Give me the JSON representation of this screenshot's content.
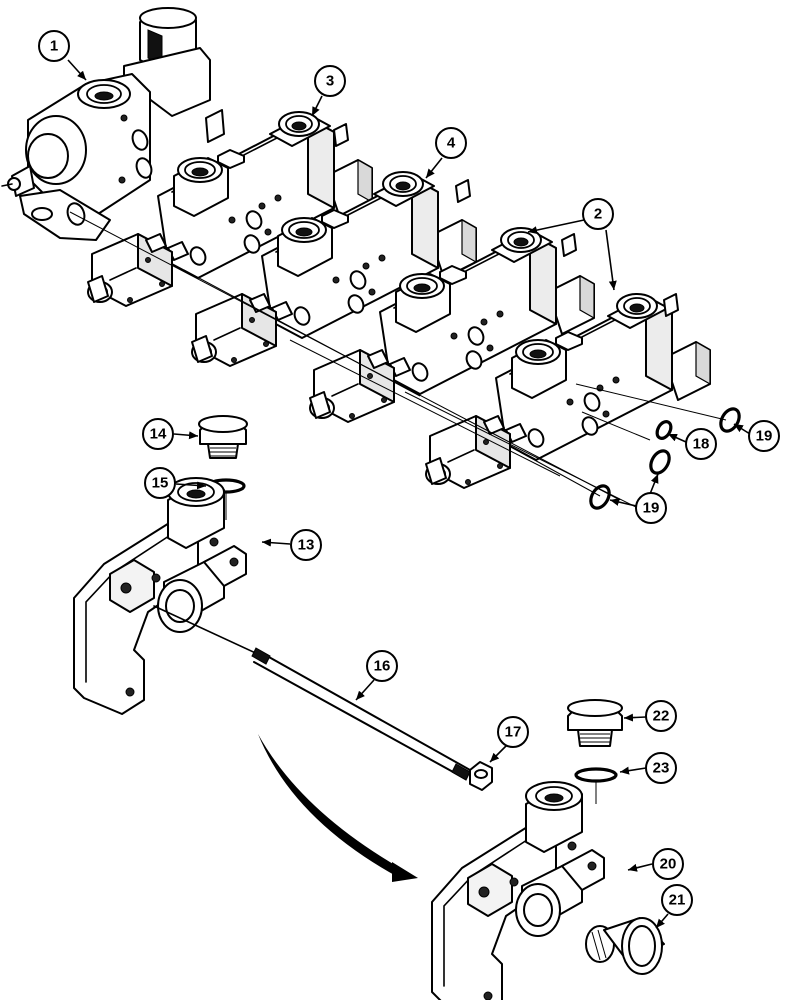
{
  "diagram": {
    "callouts": [
      {
        "id": "c1",
        "label": "1"
      },
      {
        "id": "c2",
        "label": "2"
      },
      {
        "id": "c3",
        "label": "3"
      },
      {
        "id": "c4",
        "label": "4"
      },
      {
        "id": "c13",
        "label": "13"
      },
      {
        "id": "c14",
        "label": "14"
      },
      {
        "id": "c15",
        "label": "15"
      },
      {
        "id": "c16",
        "label": "16"
      },
      {
        "id": "c17",
        "label": "17"
      },
      {
        "id": "c18",
        "label": "18"
      },
      {
        "id": "c19a",
        "label": "19"
      },
      {
        "id": "c19b",
        "label": "19"
      },
      {
        "id": "c20",
        "label": "20"
      },
      {
        "id": "c21",
        "label": "21"
      },
      {
        "id": "c22",
        "label": "22"
      },
      {
        "id": "c23",
        "label": "23"
      }
    ]
  }
}
